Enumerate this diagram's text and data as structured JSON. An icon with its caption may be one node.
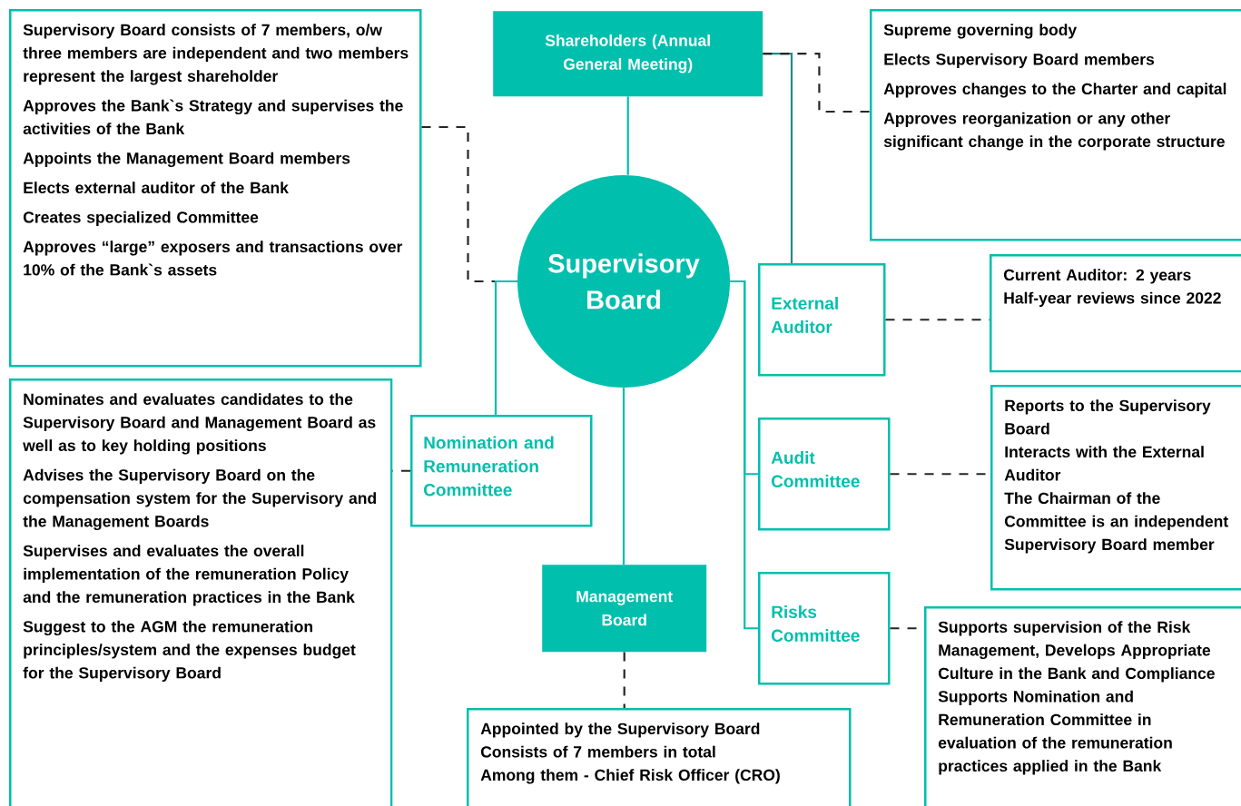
{
  "diagram": {
    "nodes": [
      {
        "text": [
          "Shareholders (Annual General Meeting)"
        ]
      },
      {
        "text": [
          "Supreme governing body",
          "Elects Supervisory Board members",
          "Approves changes to the Charter and capital",
          "Approves reorganization or any other significant change in the corporate structure"
        ]
      },
      {
        "text": [
          "Supervisory Board consists of 7 members, o/w three members are independent and two members represent the largest shareholder",
          "Approves the Bank`s Strategy and supervises the activities of the Bank",
          "Appoints the Management Board members",
          "Elects external auditor of the Bank",
          "Creates specialized Committee",
          "Approves “large” exposers and transactions over 10% of the Bank`s assets"
        ]
      },
      {
        "text": [
          "Supervisory Board"
        ]
      },
      {
        "text": [
          "External Auditor"
        ]
      },
      {
        "text": [
          "Current Auditor: 2 years",
          "Half-year reviews since 2022"
        ]
      },
      {
        "text": [
          "Nomination and Remuneration Committee"
        ]
      },
      {
        "text": [
          "Nominates and evaluates candidates to the Supervisory Board and Management Board as well as to key holding positions",
          "Advises the Supervisory Board on the compensation system for the Supervisory and the Management Boards",
          "Supervises and evaluates the overall implementation of the remuneration Policy and the remuneration practices in the Bank",
          "Suggest to the AGM the remuneration principles/system and the expenses budget for the Supervisory Board"
        ]
      },
      {
        "text": [
          "Audit Committee"
        ]
      },
      {
        "text": [
          "Reports to the Supervisory Board",
          "Interacts with the External Auditor",
          "The Chairman of the Committee is an independent Supervisory Board member"
        ]
      },
      {
        "text": [
          "Management Board"
        ]
      },
      {
        "text": [
          "Appointed by the Supervisory Board",
          "Consists of 7 members in total",
          "Among them - Chief Risk Officer (CRO)"
        ]
      },
      {
        "text": [
          "Risks Committee"
        ]
      },
      {
        "text": [
          "Supports supervision of the Risk Management, Develops Appropriate Culture in the Bank and Compliance",
          "Supports Nomination and Remuneration Committee in evaluation of the remuneration practices applied in the Bank"
        ]
      }
    ],
    "edges": [
      {
        "from": 0,
        "to": 3,
        "arrow": "none",
        "color": "#00bfad"
      },
      {
        "from": 0,
        "to": 4,
        "arrow": "none",
        "color": "#1f8c8c"
      },
      {
        "from": 0,
        "to": 1,
        "arrow": "none",
        "style": "dashed"
      },
      {
        "from": 2,
        "to": 3,
        "arrow": "none",
        "style": "dashed"
      },
      {
        "from": 3,
        "to": 6,
        "arrow": "none",
        "color": "#00bfad"
      },
      {
        "from": 3,
        "to": 8,
        "arrow": "none",
        "color": "#00bfad"
      },
      {
        "from": 3,
        "to": 12,
        "arrow": "none",
        "color": "#00bfad"
      },
      {
        "from": 3,
        "to": 10,
        "arrow": "none",
        "color": "#00bfad"
      },
      {
        "from": 4,
        "to": 5,
        "arrow": "none",
        "style": "dashed"
      },
      {
        "from": 6,
        "to": 7,
        "arrow": "none",
        "style": "dashed"
      },
      {
        "from": 8,
        "to": 9,
        "arrow": "none",
        "style": "dashed"
      },
      {
        "from": 12,
        "to": 13,
        "arrow": "none",
        "style": "dashed"
      },
      {
        "from": 10,
        "to": 11,
        "arrow": "none",
        "style": "dashed"
      }
    ]
  }
}
